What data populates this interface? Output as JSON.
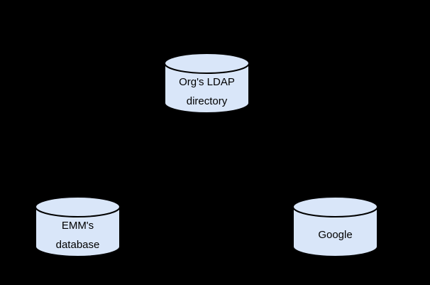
{
  "diagram": {
    "background_color": "#000000",
    "colors": {
      "cylinder_fill": "#d9e6f9",
      "cylinder_stroke": "#000000",
      "label_text": "#000000"
    },
    "nodes": [
      {
        "id": "ldap-directory",
        "shape": "database-cylinder",
        "lines": [
          "Org's LDAP",
          "directory"
        ]
      },
      {
        "id": "emm-database",
        "shape": "database-cylinder",
        "lines": [
          "EMM's",
          "database"
        ]
      },
      {
        "id": "google",
        "shape": "database-cylinder",
        "lines": [
          "Google"
        ]
      }
    ]
  }
}
